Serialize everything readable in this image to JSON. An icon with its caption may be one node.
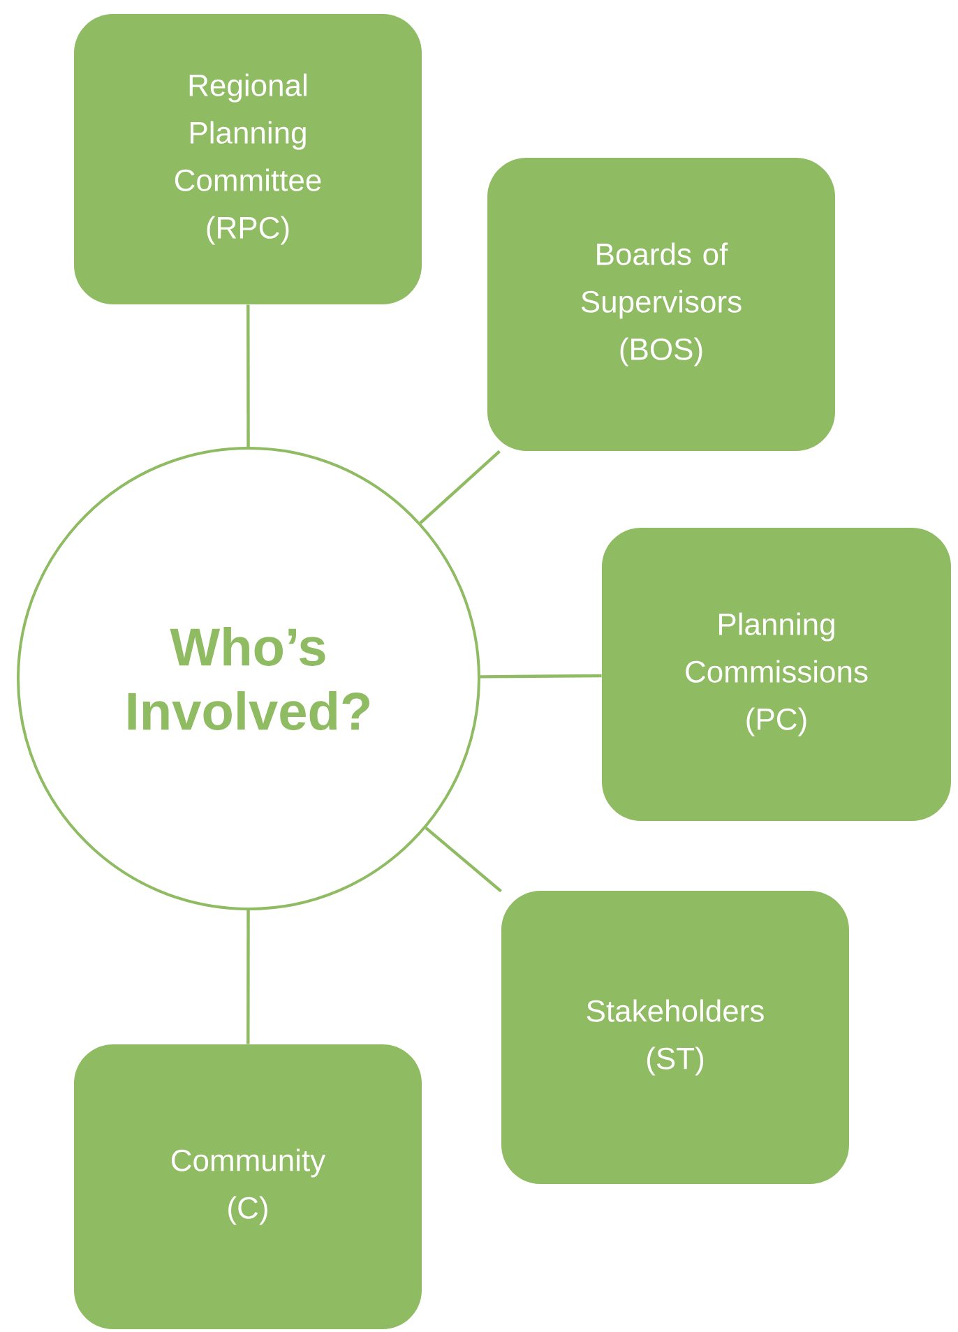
{
  "diagram": {
    "nodes": [
      {
        "text": [
          "Who’s Involved?"
        ]
      },
      {
        "text": [
          "Regional Planning Committee (RPC)"
        ]
      },
      {
        "text": [
          "Boards of Supervisors (BOS)"
        ]
      },
      {
        "text": [
          "Planning Commissions (PC)"
        ]
      },
      {
        "text": [
          "Stakeholders (ST)"
        ]
      },
      {
        "text": [
          "Community (C)"
        ]
      }
    ],
    "edges": [
      {
        "from": 0,
        "to": 1,
        "arrow": "none"
      },
      {
        "from": 0,
        "to": 2,
        "arrow": "none"
      },
      {
        "from": 0,
        "to": 3,
        "arrow": "none"
      },
      {
        "from": 0,
        "to": 4,
        "arrow": "none"
      },
      {
        "from": 0,
        "to": 5,
        "arrow": "none"
      }
    ]
  }
}
